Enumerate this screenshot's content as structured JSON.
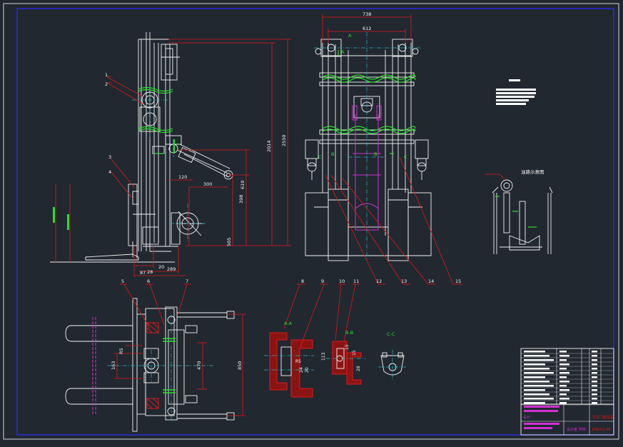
{
  "colors": {
    "background": "#212830",
    "outer_frame": "#d8d8d8",
    "inner_frame": "#2a2ad8",
    "line": "#f2f2f2",
    "dimension": "#e01818",
    "section": "#c01818",
    "accent": "#28e028",
    "center_line": "#2ab0c0",
    "hidden": "#d030d0",
    "dim_text": "#f2f2f2",
    "label_text": "#28e028",
    "note_block": "#ffffff"
  },
  "side_view": {
    "dims": {
      "height_overall": "2550",
      "height_mast": "2014",
      "d_120": "120",
      "d_300": "300",
      "d_398": "398",
      "d_610": "610",
      "d_505": "505",
      "d_87": "87",
      "d_28": "28",
      "d_20": "20",
      "d_289": "289"
    },
    "part_labels": [
      "1",
      "2",
      "3",
      "4"
    ]
  },
  "front_view": {
    "dims": {
      "width_outer": "738",
      "width_inner": "612"
    },
    "part_labels": [
      "A",
      "A",
      "B",
      "B",
      "C",
      "C"
    ]
  },
  "detail_view": {
    "title": "油路示意图"
  },
  "plan_view": {
    "dims": {
      "d_850": "850",
      "d_470": "470",
      "d_163": "163",
      "d_r15": "R5"
    },
    "part_labels": [
      "5",
      "6",
      "7"
    ]
  },
  "sections": {
    "aa": {
      "title": "A-A",
      "dims": [
        "R5",
        "24",
        "20"
      ]
    },
    "bb": {
      "title": "B-B",
      "dims": [
        "113",
        "15",
        "15",
        "28"
      ]
    },
    "cc": {
      "title": "C-C"
    }
  },
  "callout_numbers": [
    "8",
    "9",
    "10",
    "11",
    "12",
    "13",
    "14",
    "15"
  ],
  "title_block": {
    "drawing_name": "叉车门架总图",
    "drawing_no": "JXSJ-01-00",
    "signature_label": "设计",
    "school": "设计者 学校"
  }
}
